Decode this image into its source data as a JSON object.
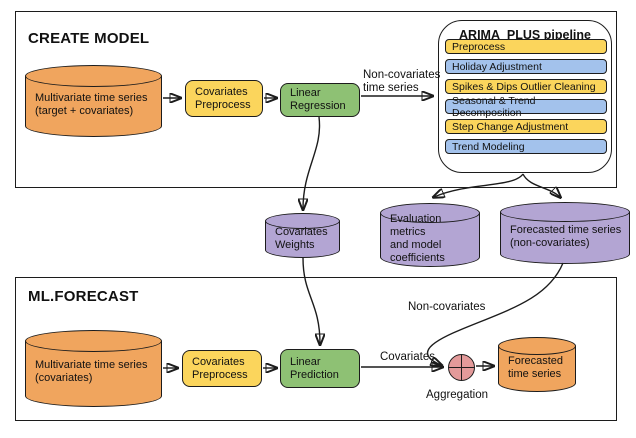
{
  "colors": {
    "orange": "#F0A55E",
    "yellow": "#FBD55C",
    "green": "#8EC174",
    "blue": "#A3C2EC",
    "purple": "#B3A5D3",
    "red": "#E39A9A",
    "line": "#1c1c1c"
  },
  "create_model": {
    "title": "CREATE MODEL",
    "input_cylinder": {
      "line1": "Multivariate time series",
      "line2": "(target + covariates)"
    },
    "covariates_preprocess": {
      "line1": "Covariates",
      "line2": "Preprocess"
    },
    "linear_regression": {
      "line1": "Linear",
      "line2": "Regression"
    },
    "noncov_arrow_label": {
      "line1": "Non-covariates",
      "line2": "time series"
    }
  },
  "arima_pipeline": {
    "title": "ARIMA_PLUS pipeline",
    "steps": [
      {
        "label": "Preprocess",
        "color": "yellow"
      },
      {
        "label": "Holiday Adjustment",
        "color": "blue"
      },
      {
        "label": "Spikes & Dips Outlier Cleaning",
        "color": "yellow"
      },
      {
        "label": "Seasonal & Trend Decomposition",
        "color": "blue"
      },
      {
        "label": "Step Change Adjustment",
        "color": "yellow"
      },
      {
        "label": "Trend Modeling",
        "color": "blue"
      }
    ]
  },
  "model_outputs": {
    "covariates_weights": {
      "line1": "Covariates",
      "line2": "Weights"
    },
    "evaluation_metrics": {
      "line1": "Evaluation metrics",
      "line2": "and model",
      "line3": "coefficients"
    },
    "forecasted_noncov": {
      "line1": "Forecasted time series",
      "line2": "(non-covariates)"
    }
  },
  "ml_forecast": {
    "title": "ML.FORECAST",
    "input_cylinder": {
      "line1": "Multivariate time series",
      "line2": "(covariates)"
    },
    "covariates_preprocess": {
      "line1": "Covariates",
      "line2": "Preprocess"
    },
    "linear_prediction": {
      "line1": "Linear",
      "line2": "Prediction"
    },
    "covariates_label": "Covariates",
    "noncovariates_label": "Non-covariates",
    "aggregation_label": "Aggregation",
    "output_cylinder": {
      "line1": "Forecasted",
      "line2": "time series"
    }
  }
}
